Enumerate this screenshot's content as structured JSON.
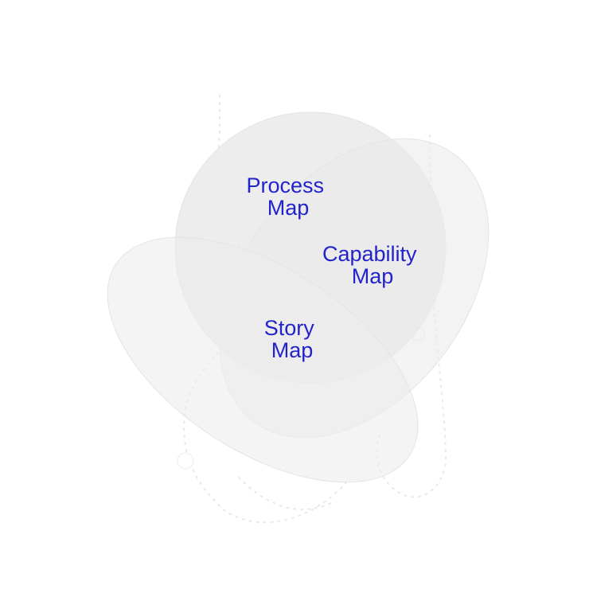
{
  "diagram": {
    "type": "venn",
    "colors": {
      "background": "#ffffff",
      "shape_fill": "#e9e9e9",
      "shape_stroke": "#e3e3e3",
      "dotted_path": "#e6e6e6",
      "label": "#2323cc"
    },
    "sets": [
      {
        "id": "process",
        "label_lines": [
          "Process",
          "Map"
        ]
      },
      {
        "id": "capability",
        "label_lines": [
          "Capability",
          "Map"
        ]
      },
      {
        "id": "story",
        "label_lines": [
          "Story",
          "Map"
        ]
      }
    ]
  }
}
